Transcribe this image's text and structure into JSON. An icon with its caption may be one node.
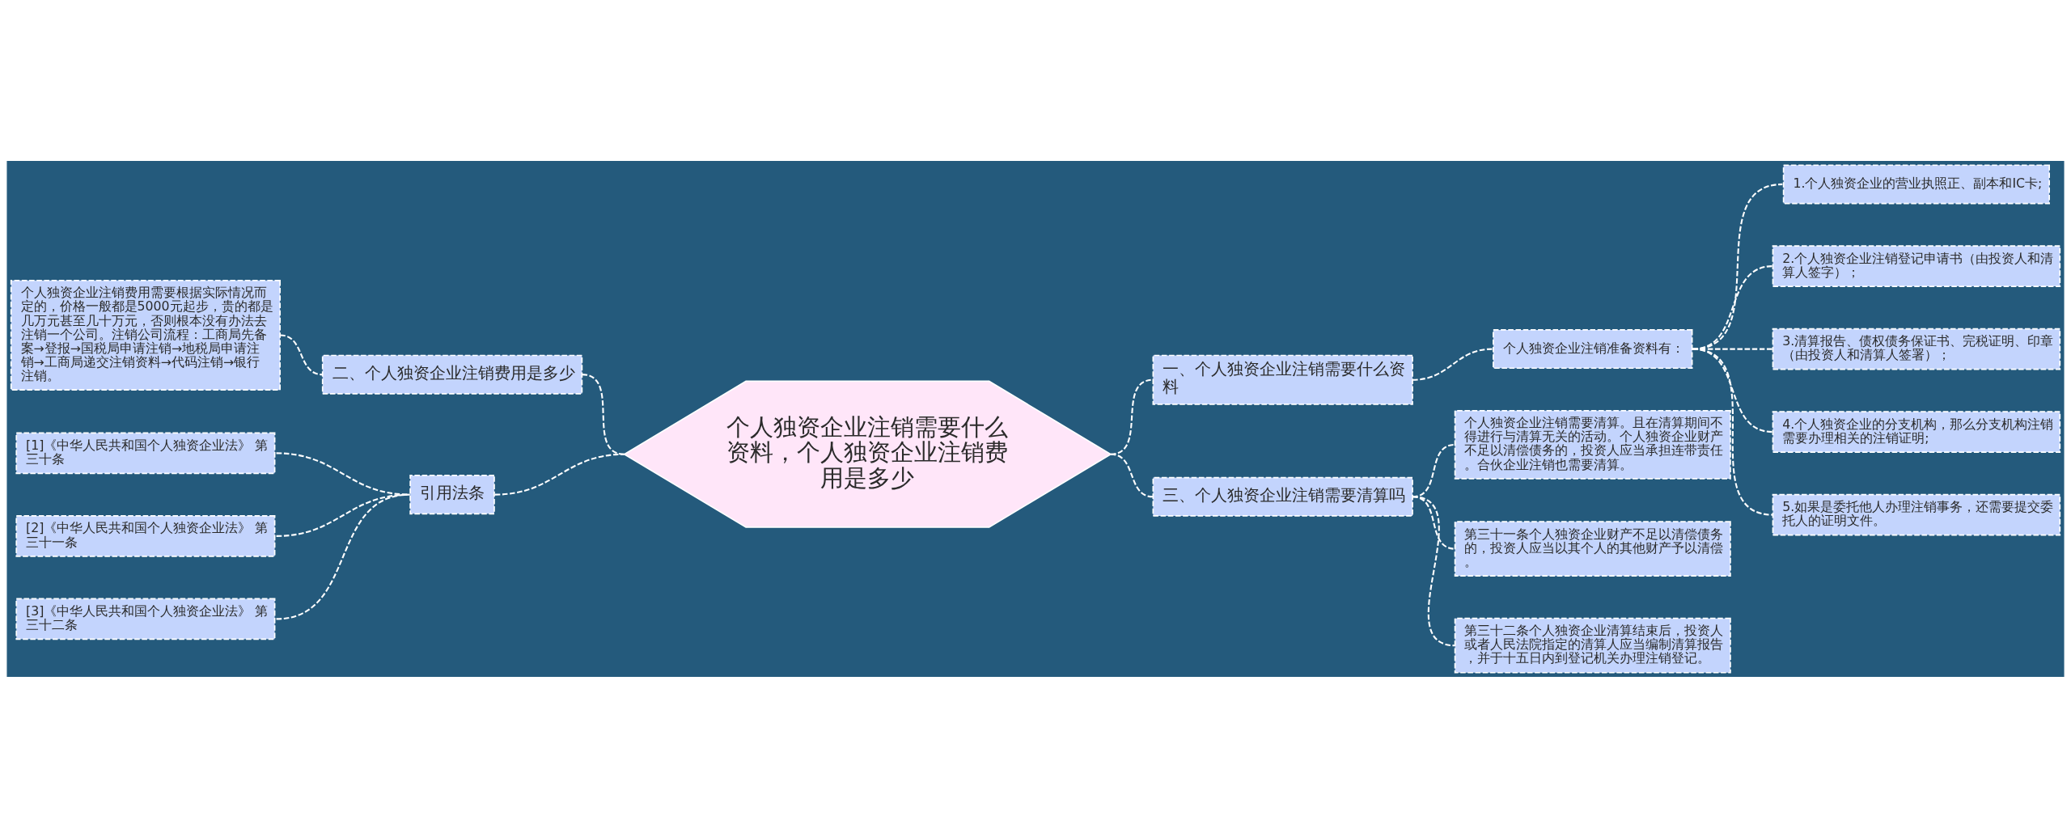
{
  "diagram": {
    "nodes": [
      {
        "text": [
          "个人独资企业注销需要什么资料，个人独资企业注销费用是多少"
        ]
      },
      {
        "text": [
          "一、个人独资企业注销需要什么资料"
        ]
      },
      {
        "text": [
          "个人独资企业注销准备资料有："
        ]
      },
      {
        "text": [
          "1.个人独资企业的营业执照正、副本和IC卡;"
        ]
      },
      {
        "text": [
          "2.个人独资企业注销登记申请书（由投资人和清算人签字）；"
        ]
      },
      {
        "text": [
          "3.清算报告、债权债务保证书、完税证明、印章（由投资人和清算人签署）；"
        ]
      },
      {
        "text": [
          "4.个人独资企业的分支机构，那么分支机构注销需要办理相关的注销证明;"
        ]
      },
      {
        "text": [
          "5.如果是委托他人办理注销事务，还需要提交委托人的证明文件。"
        ]
      },
      {
        "text": [
          "二、个人独资企业注销费用是多少"
        ]
      },
      {
        "text": [
          "个人独资企业注销费用需要根据实际情况而定的，价格一般都是5000元起步，贵的都是几万元甚至几十万元，否则根本没有办法去注销一个公司。注销公司流程：工商局先备案→登报→国税局申请注销→地税局申请注销→工商局递交注销资料→代码注销→银行注销。"
        ]
      },
      {
        "text": [
          "三、个人独资企业注销需要清算吗"
        ]
      },
      {
        "text": [
          "个人独资企业注销需要清算。且在清算期间不得进行与清算无关的活动。个人独资企业财产不足以清偿债务的，投资人应当承担连带责任。合伙企业注销也需要清算。"
        ]
      },
      {
        "text": [
          "第三十一条个人独资企业财产不足以清偿债务的，投资人应当以其个人的其他财产予以清偿。"
        ]
      },
      {
        "text": [
          "第三十二条个人独资企业清算结束后，投资人或者人民法院指定的清算人应当编制清算报告，并于十五日内到登记机关办理注销登记。"
        ]
      },
      {
        "text": [
          "引用法条"
        ]
      },
      {
        "text": [
          "[1]《中华人民共和国个人独资企业法》 第三十条"
        ]
      },
      {
        "text": [
          "[2]《中华人民共和国个人独资企业法》 第三十一条"
        ]
      },
      {
        "text": [
          "[3]《中华人民共和国个人独资企业法》 第三十二条"
        ]
      }
    ],
    "edges": [
      {
        "from": 0,
        "to": 1,
        "arrow": "none",
        "style": "dashed"
      },
      {
        "from": 1,
        "to": 2,
        "arrow": "none",
        "style": "dashed"
      },
      {
        "from": 2,
        "to": 3,
        "arrow": "none",
        "style": "dashed"
      },
      {
        "from": 2,
        "to": 4,
        "arrow": "none",
        "style": "dashed"
      },
      {
        "from": 2,
        "to": 5,
        "arrow": "none",
        "style": "dashed"
      },
      {
        "from": 2,
        "to": 6,
        "arrow": "none",
        "style": "dashed"
      },
      {
        "from": 2,
        "to": 7,
        "arrow": "none",
        "style": "dashed"
      },
      {
        "from": 8,
        "to": 0,
        "arrow": "none",
        "style": "dashed"
      },
      {
        "from": 9,
        "to": 8,
        "arrow": "none",
        "style": "dashed"
      },
      {
        "from": 0,
        "to": 10,
        "arrow": "none",
        "style": "dashed"
      },
      {
        "from": 10,
        "to": 11,
        "arrow": "none",
        "style": "dashed"
      },
      {
        "from": 10,
        "to": 12,
        "arrow": "none",
        "style": "dashed"
      },
      {
        "from": 10,
        "to": 13,
        "arrow": "none",
        "style": "dashed"
      },
      {
        "from": 14,
        "to": 0,
        "arrow": "none",
        "style": "dashed"
      },
      {
        "from": 15,
        "to": 14,
        "arrow": "none",
        "style": "dashed"
      },
      {
        "from": 16,
        "to": 14,
        "arrow": "none",
        "style": "dashed"
      },
      {
        "from": 17,
        "to": 14,
        "arrow": "none",
        "style": "dashed"
      }
    ]
  }
}
